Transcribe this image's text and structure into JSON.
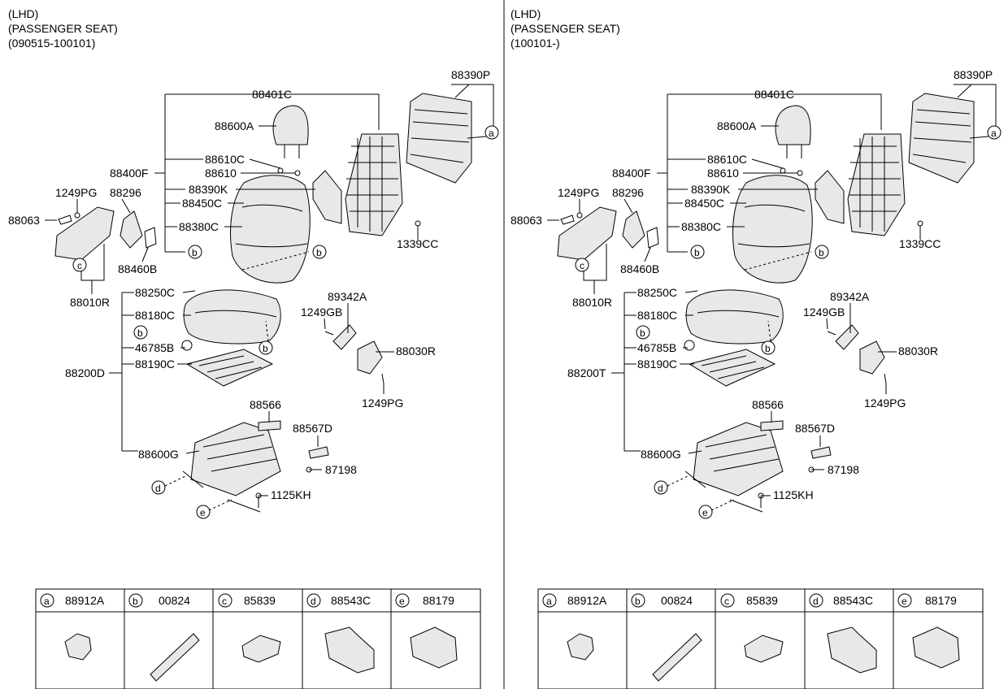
{
  "panels": [
    {
      "header": [
        "(LHD)",
        "(PASSENGER SEAT)",
        "(090515-100101)"
      ],
      "labels": {
        "p88390P": "88390P",
        "p88401C": "88401C",
        "p88600A": "88600A",
        "p88610C": "88610C",
        "p88400F": "88400F",
        "p88610": "88610",
        "p1249PG_top": "1249PG",
        "p88296": "88296",
        "p88390K": "88390K",
        "p88450C": "88450C",
        "p88063": "88063",
        "p88380C": "88380C",
        "p1339CC": "1339CC",
        "p88460B": "88460B",
        "p88010R": "88010R",
        "p88250C": "88250C",
        "p89342A": "89342A",
        "p88180C": "88180C",
        "p1249GB": "1249GB",
        "p46785B": "46785B",
        "p88030R": "88030R",
        "p88200": "88200D",
        "p88190C": "88190C",
        "p1249PG_bot": "1249PG",
        "p88566": "88566",
        "p88567D": "88567D",
        "p88600G": "88600G",
        "p87198": "87198",
        "p1125KH": "1125KH"
      },
      "table": [
        {
          "key": "a",
          "part": "88912A"
        },
        {
          "key": "b",
          "part": "00824"
        },
        {
          "key": "c",
          "part": "85839"
        },
        {
          "key": "d",
          "part": "88543C"
        },
        {
          "key": "e",
          "part": "88179"
        }
      ]
    },
    {
      "header": [
        "(LHD)",
        "(PASSENGER SEAT)",
        "(100101-)"
      ],
      "labels": {
        "p88390P": "88390P",
        "p88401C": "88401C",
        "p88600A": "88600A",
        "p88610C": "88610C",
        "p88400F": "88400F",
        "p88610": "88610",
        "p1249PG_top": "1249PG",
        "p88296": "88296",
        "p88390K": "88390K",
        "p88450C": "88450C",
        "p88063": "88063",
        "p88380C": "88380C",
        "p1339CC": "1339CC",
        "p88460B": "88460B",
        "p88010R": "88010R",
        "p88250C": "88250C",
        "p89342A": "89342A",
        "p88180C": "88180C",
        "p1249GB": "1249GB",
        "p46785B": "46785B",
        "p88030R": "88030R",
        "p88200": "88200T",
        "p88190C": "88190C",
        "p1249PG_bot": "1249PG",
        "p88566": "88566",
        "p88567D": "88567D",
        "p88600G": "88600G",
        "p87198": "87198",
        "p1125KH": "1125KH"
      },
      "table": [
        {
          "key": "a",
          "part": "88912A"
        },
        {
          "key": "b",
          "part": "00824"
        },
        {
          "key": "c",
          "part": "85839"
        },
        {
          "key": "d",
          "part": "88543C"
        },
        {
          "key": "e",
          "part": "88179"
        }
      ]
    }
  ]
}
